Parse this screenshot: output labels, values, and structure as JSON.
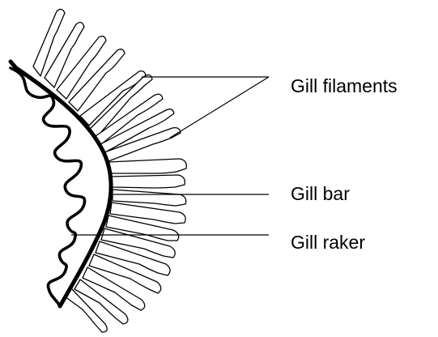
{
  "labels": {
    "filaments": "Gill filaments",
    "bar": "Gill bar",
    "raker": "Gill raker"
  },
  "colors": {
    "line": "#000000",
    "background": "#ffffff"
  }
}
